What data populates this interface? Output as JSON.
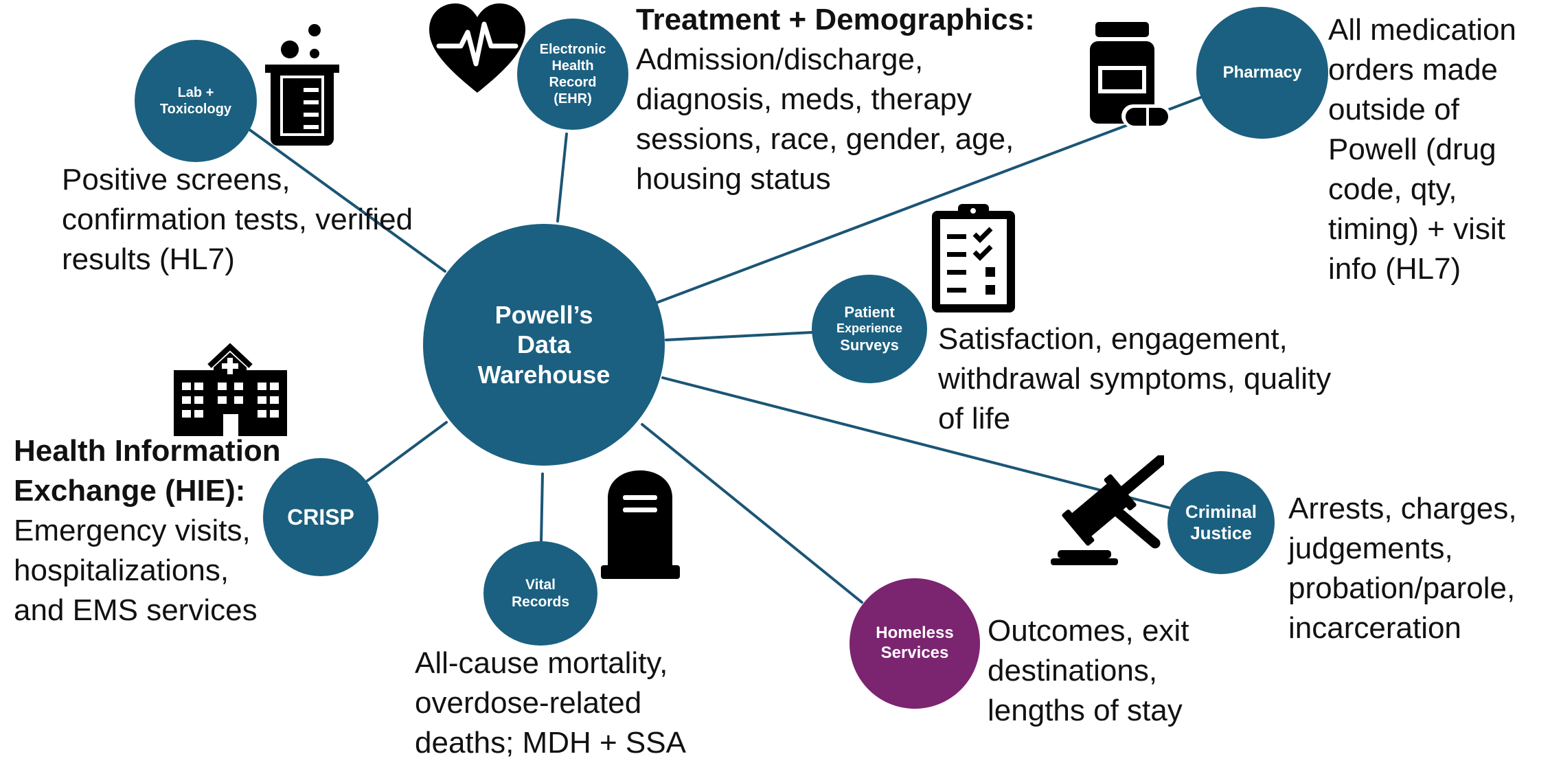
{
  "center": {
    "label": "Powell’s Data Warehouse"
  },
  "nodes": {
    "lab": {
      "label": "Lab + Toxicology"
    },
    "ehr": {
      "label": "Electronic Health Record (EHR)"
    },
    "pharmacy": {
      "label": "Pharmacy"
    },
    "surveys": {
      "label_line1": "Patient",
      "label_line2": "Experience",
      "label_line3": "Surveys"
    },
    "crisp": {
      "label": "CRISP"
    },
    "vital": {
      "label": "Vital Records"
    },
    "homeless": {
      "label": "Homeless Services"
    },
    "justice": {
      "label": "Criminal Justice"
    }
  },
  "descriptions": {
    "lab": {
      "body": "Positive screens, confirmation tests, verified results (HL7)"
    },
    "ehr": {
      "head": "Treatment + Demographics:",
      "body": "Admission/discharge, diagnosis, meds, therapy sessions, race, gender, age, housing status"
    },
    "pharmacy": {
      "body": "All medication orders made outside of Powell (drug code, qty, timing) + visit info (HL7)"
    },
    "surveys": {
      "body": "Satisfaction, engagement, withdrawal symptoms, quality of life"
    },
    "crisp": {
      "head": "Health Information Exchange (HIE):",
      "body": "Emergency visits, hospitalizations, and EMS services"
    },
    "vital": {
      "body": "All-cause mortality, overdose-related deaths; MDH + SSA"
    },
    "homeless": {
      "body": "Outcomes, exit destinations, lengths of stay"
    },
    "justice": {
      "body": "Arrests, charges, judgements, probation/parole, incarceration"
    }
  },
  "icons": {
    "lab": "beaker-icon",
    "ehr": "heart-pulse-icon",
    "pharmacy": "pill-bottle-icon",
    "surveys": "clipboard-checklist-icon",
    "crisp": "hospital-icon",
    "vital": "tombstone-icon",
    "justice": "gavel-icon"
  },
  "colors": {
    "node": "#1b6080",
    "homeless_node": "#7b2470",
    "connector": "#1b5575",
    "icon": "#000000"
  }
}
